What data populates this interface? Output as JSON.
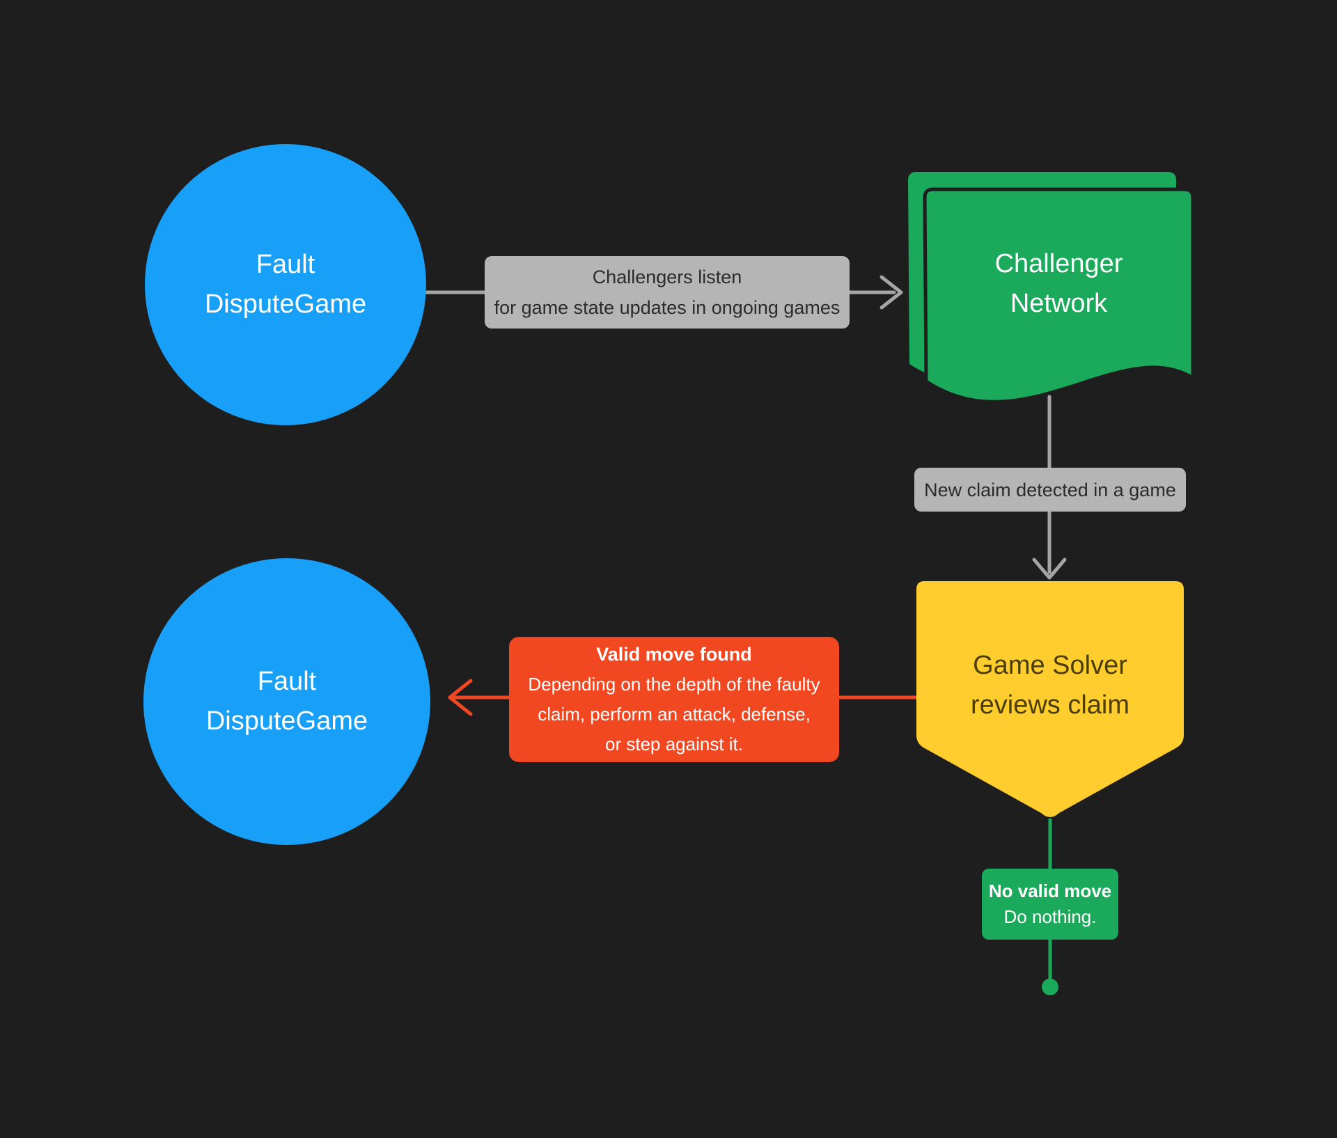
{
  "colors": {
    "bg": "#1E1E1E",
    "blue": "#18A0F8",
    "green": "#1BA95B",
    "yellow": "#FFCD2E",
    "red": "#F24822",
    "label-bg": "#B5B5B5",
    "label-text": "#2B2B2B",
    "arrow": "#A6A6A6",
    "node-text": "#FFFFFF",
    "yellow-text": "#4A3E08"
  },
  "nodes": {
    "fault_top": {
      "line1": "Fault",
      "line2": "DisputeGame"
    },
    "challenger": {
      "line1": "Challenger",
      "line2": "Network"
    },
    "solver": {
      "line1": "Game Solver",
      "line2": "reviews claim"
    },
    "fault_bottom": {
      "line1": "Fault",
      "line2": "DisputeGame"
    }
  },
  "labels": {
    "listen": {
      "line1": "Challengers listen",
      "line2": "for game state updates in ongoing games"
    },
    "new_claim": {
      "text": "New claim detected in a game"
    },
    "valid_move": {
      "title": "Valid move found",
      "line1": "Depending on the depth of the faulty",
      "line2": "claim, perform an attack, defense,",
      "line3": "or step against it."
    },
    "no_valid_move": {
      "title": "No valid move",
      "body": "Do nothing."
    }
  }
}
